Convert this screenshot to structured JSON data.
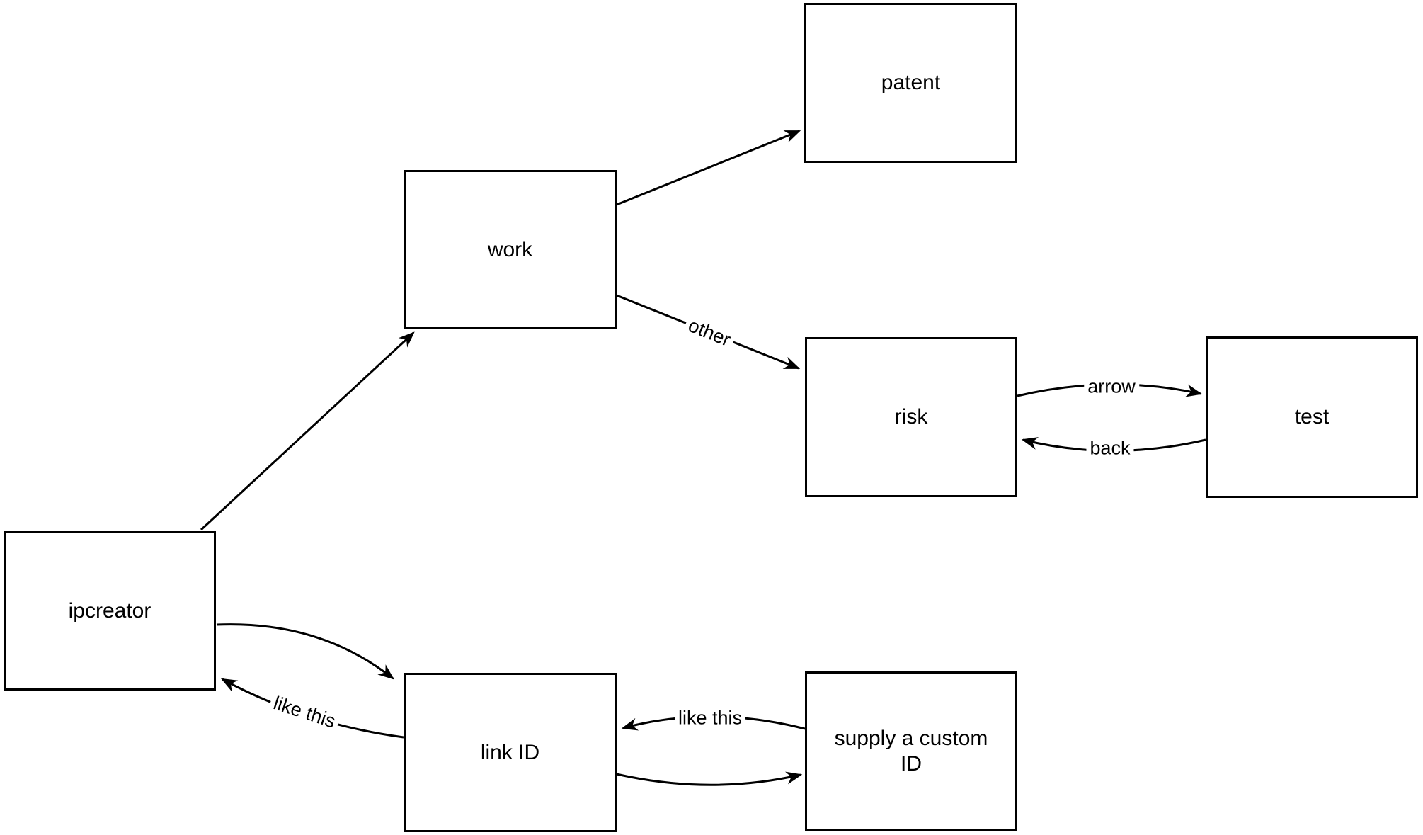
{
  "diagram": {
    "background_color": "#ffffff",
    "stroke_color": "#000000",
    "text_color": "#000000",
    "nodes": {
      "patent": {
        "label": "patent"
      },
      "work": {
        "label": "work"
      },
      "risk": {
        "label": "risk"
      },
      "test": {
        "label": "test"
      },
      "ipcreator": {
        "label": "ipcreator"
      },
      "link_id": {
        "label": "link ID"
      },
      "supply_custom_id": {
        "label": "supply a custom ID"
      }
    },
    "edges": [
      {
        "from": "ipcreator",
        "to": "work",
        "label": ""
      },
      {
        "from": "work",
        "to": "patent",
        "label": ""
      },
      {
        "from": "work",
        "to": "risk",
        "label": "other"
      },
      {
        "from": "risk",
        "to": "test",
        "label": "arrow"
      },
      {
        "from": "test",
        "to": "risk",
        "label": "back"
      },
      {
        "from": "ipcreator",
        "to": "link_id",
        "label": ""
      },
      {
        "from": "link_id",
        "to": "ipcreator",
        "label": "like this"
      },
      {
        "from": "supply_custom_id",
        "to": "link_id",
        "label": "like this"
      },
      {
        "from": "link_id",
        "to": "supply_custom_id",
        "label": ""
      }
    ]
  }
}
